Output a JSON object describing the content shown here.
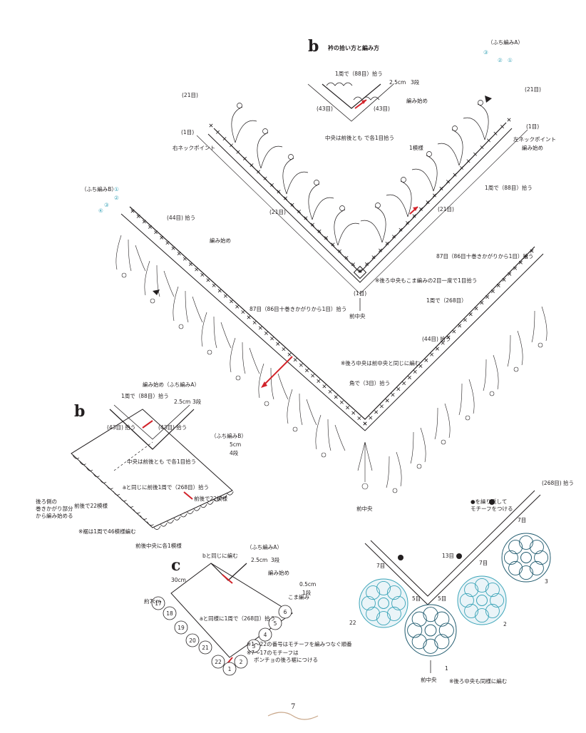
{
  "section_b_title": {
    "letter": "b",
    "text": "衿の拾い方と編み方"
  },
  "top": {
    "edging_a": "（ふち編みA）",
    "rows": [
      "③",
      "②",
      "①"
    ],
    "label_21_left": "(21目)",
    "label_1_left": "(1目)",
    "right_neck_point": "右ネックポイント",
    "label_21_right": "(21目)",
    "label_1_right": "(1目)",
    "left_neck_point": "左ネックポイント",
    "start_a": "編み始め",
    "pattern_1": "1模様",
    "pick_88": "1周で（88目）拾う",
    "label_21_bl": "(21目)",
    "label_21_br": "(21目)",
    "note_center": "※後ろ中央もこま編みの2目一度で1目拾う",
    "label_1_center": "(1目)",
    "front_center": "前中央"
  },
  "inset_top": {
    "pick": "1周で（88目）拾う",
    "size": "2.5cm",
    "rows": "3段",
    "start": "編み始め",
    "left43": "(43目)",
    "right43": "(43目)",
    "center_note": "中央は前後とも で各1目拾う"
  },
  "middle": {
    "edging_b": "（ふち編みB）",
    "rows": [
      "①",
      "②",
      "③",
      "④"
    ],
    "label_44": "(44目) 拾う",
    "start": "編み始め",
    "pick_87_left": "87目（86目十巻きかがりから1目）拾う",
    "pick_87_right": "87目（86目十巻きかがりから1目）拾う",
    "pick_268": "1周で（268目）",
    "label_44_right": "(44目) 拾う",
    "back_center_note": "※後ろ中央は前中央と同じに編む",
    "corner": "角で（3目）拾う",
    "front_center": "前中央"
  },
  "diagram_b": {
    "letter": "b",
    "start": "編み始め（ふち編みA）",
    "pick": "1周で（88目）拾う",
    "size": "2.5cm",
    "rows": "3段",
    "left43": "(43目) 拾う",
    "right43": "(43目) 拾う",
    "edging_b": "（ふち編みB）",
    "size_b": "5cm",
    "rows_b": "4段",
    "center_note": "中央は前後とも で各1目拾う",
    "same_as_a": "aと同じに前後1周で（268目）拾う",
    "front_back_22": "前後で22模様",
    "left_note_1": "後ろ側の",
    "left_note_2": "巻きかがり部分",
    "left_note_3": "から編み始める",
    "left_22": "前後で22模様",
    "hem_note": "※裾は1周で46模様編む",
    "center_each": "前後中央に各1模様"
  },
  "diagram_c": {
    "letter": "c",
    "same_as_b": "bと同じに編む",
    "edging_a": "（ふち編みA）",
    "size": "2.5cm",
    "rows": "3段",
    "start": "編み始め",
    "width": "30cm",
    "approx": "約7cm",
    "size2": "0.5cm",
    "rows2": "1段",
    "kind2": "こま編み",
    "same_as_a": "aと同様に1周で（268目）拾う",
    "motif_numbers": [
      "1",
      "2",
      "3",
      "4",
      "5",
      "6",
      "17",
      "18",
      "19",
      "20",
      "21",
      "22"
    ],
    "note_1": "※1〜22の番号はモチーフを編みつなぐ順番",
    "note_2": "※7〜17のモチーフは",
    "note_3": "ポンチョの後ろ裾につける"
  },
  "motif_area": {
    "pick": "(268目) 拾う",
    "repeat_note": "●を繰り返して",
    "repeat_note2": "モチーフをつける",
    "row7_a": "7目",
    "row7_b": "7目",
    "row7_c": "7目",
    "row13": "13目",
    "row5_a": "5目",
    "row5_b": "5目",
    "motif_22": "22",
    "motif_1": "1",
    "motif_2": "2",
    "motif_3": "3",
    "front_center": "前中央",
    "back_note": "※後ろ中央も同様に編む"
  },
  "page_number": "7",
  "colors": {
    "ink": "#231f20",
    "teal": "#3aa4b8",
    "red": "#d2232a",
    "fill": "#eaf4f8"
  }
}
